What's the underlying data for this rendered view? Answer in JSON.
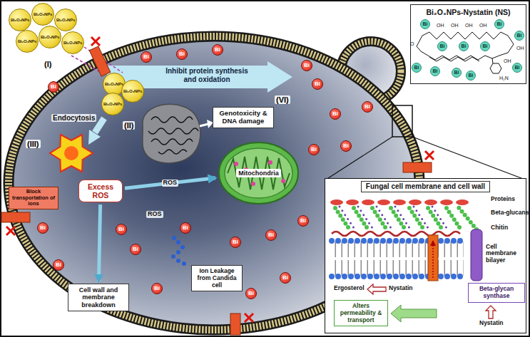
{
  "diagram": {
    "nodes": [
      {
        "text": [
          "Inhibit protein synthesis and oxidation"
        ]
      },
      {
        "text": [
          "Genotoxicity & DNA damage"
        ]
      },
      {
        "text": [
          "Mitochondria"
        ]
      },
      {
        "text": [
          "Excess ROS"
        ]
      },
      {
        "text": [
          "Block transportation of ions"
        ]
      },
      {
        "text": [
          "Ion Leakage from Candida cell"
        ]
      },
      {
        "text": [
          "Cell wall and membrane breakdown"
        ]
      },
      {
        "text": [
          "Bi₂O₃NPs-Nystatin (NS)"
        ]
      },
      {
        "text": [
          "Fungal cell membrane and cell wall"
        ]
      },
      {
        "text": [
          "Beta-glycan synthase"
        ],
        "in": 8
      },
      {
        "text": [
          "Alters permeability & transport"
        ],
        "in": 8
      }
    ],
    "edges": [
      {
        "from": 3,
        "to": 6,
        "arrow": "to"
      },
      {
        "from": 3,
        "to": 2,
        "label": "ROS",
        "arrow": "to"
      }
    ],
    "labels": [
      "Bi₂O₃NPs",
      "Bi₂O₃NPs",
      "Bi₂O₃NPs",
      "Bi₂O₃NPs",
      "Bi₂O₃NPs",
      "Bi₂O₃NPs",
      "(I)",
      "Bi₂O₃NPs",
      "Bi₂O₃NPs",
      "Bi₂O₃NPs",
      "Endocytosis",
      "(II)",
      "(VI)",
      "(III)",
      "ROS",
      "Bi",
      "Bi",
      "Bi",
      "Bi",
      "Bi",
      "Bi",
      "Bi",
      "Bi",
      "Bi",
      "Bi",
      "Bi",
      "Bi",
      "Bi",
      "Bi",
      "Bi",
      "Bi",
      "Bi",
      "Bi",
      "Bi",
      "Bi",
      "Bi",
      "Bi",
      "Bi",
      "Bi",
      "Bi",
      "Bi",
      "Bi",
      "Bi",
      "Bi",
      "Bi",
      "Bi",
      "Bi",
      "O",
      "OH",
      "OH",
      "OH",
      "OH",
      "OH",
      "OH",
      "H₂N",
      "Proteins",
      "Beta-glucans",
      "Chitin",
      "Cell membrane bilayer",
      "Ergosterol",
      "Nystatin",
      "Nystatin"
    ]
  }
}
